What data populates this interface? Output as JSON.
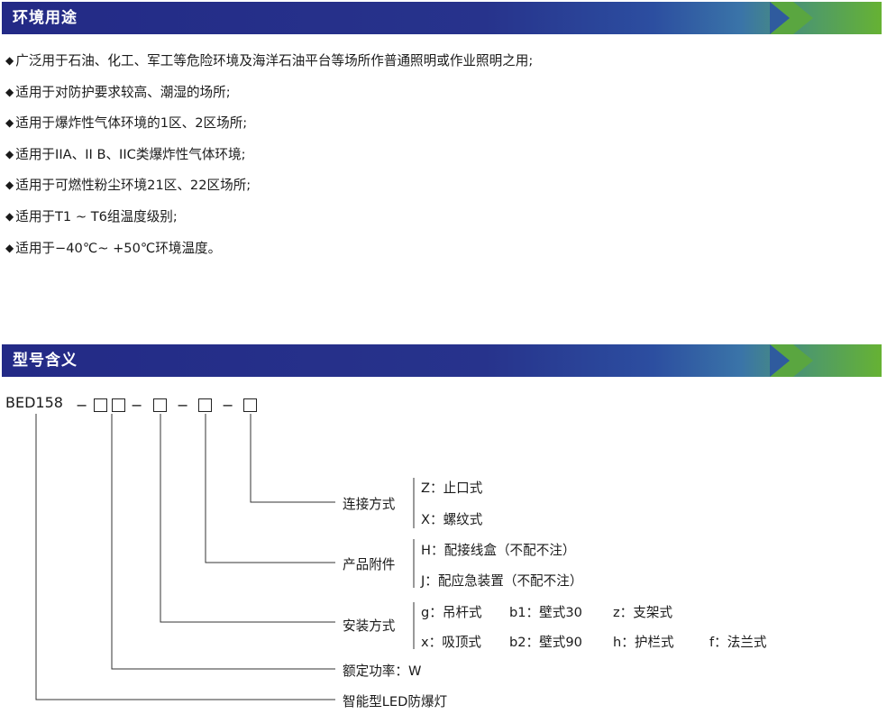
{
  "section_env": {
    "title": "环境用途"
  },
  "bullet_glyph": "◆",
  "env_items": [
    "广泛用于石油、化工、军工等危险环境及海洋石油平台等场所作普通照明或作业照明之用;",
    "适用于对防护要求较高、潮湿的场所;",
    "适用于爆炸性气体环境的1区、2区场所;",
    "适用于IIA、II B、IIC类爆炸性气体环境;",
    "适用于可燃性粉尘环境21区、22区场所;",
    "适用于T1 ~ T6组温度级别;",
    "适用于−40℃~ +50℃环境温度。"
  ],
  "section_model": {
    "title": "型号含义"
  },
  "model": {
    "code": "BED158",
    "dash": "−"
  },
  "groups": {
    "connection": {
      "label": "连接方式",
      "options": [
        "Z：止口式",
        "X：螺纹式"
      ]
    },
    "accessory": {
      "label": "产品附件",
      "options": [
        "H：配接线盒（不配不注）",
        "J：配应急装置（不配不注）"
      ]
    },
    "mounting": {
      "label": "安装方式",
      "row1": [
        "g：吊杆式",
        "b1：壁式30",
        "z：支架式"
      ],
      "row2": [
        "x：吸顶式",
        "b2：壁式90",
        "h：护栏式",
        "f：法兰式"
      ]
    },
    "power": {
      "label": "额定功率：W"
    },
    "product": {
      "label": "智能型LED防爆灯"
    }
  },
  "colors": {
    "banner_blue": "#232a86",
    "banner_green": "#66b233",
    "text": "#1a1a1a"
  }
}
